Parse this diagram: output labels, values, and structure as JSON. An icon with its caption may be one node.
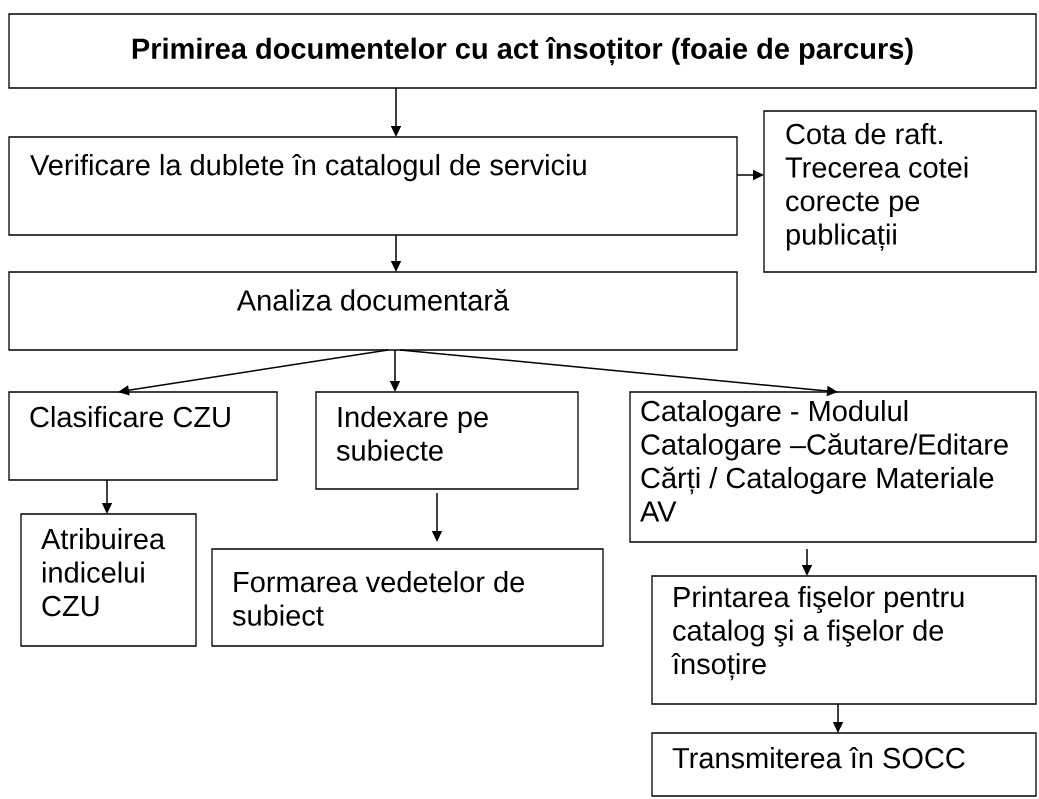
{
  "diagram": {
    "nodes": [
      {
        "text": [
          "Primirea documentelor cu act însoțitor (foaie de parcurs)"
        ]
      },
      {
        "text": [
          "Verificare la dublete în catalogul de serviciu"
        ]
      },
      {
        "text": [
          "Cota de raft. Trecerea cotei corecte pe publicații"
        ]
      },
      {
        "text": [
          "Analiza documentară"
        ]
      },
      {
        "text": [
          "Clasificare CZU"
        ]
      },
      {
        "text": [
          "Indexare pe subiecte"
        ]
      },
      {
        "text": [
          "Catalogare - Modulul Catalogare –Căutare/Editare Cărți / Catalogare Materiale AV"
        ]
      },
      {
        "text": [
          "Atribuirea indicelui CZU"
        ]
      },
      {
        "text": [
          "Formarea vedetelor de subiect"
        ]
      },
      {
        "text": [
          "Printarea fişelor pentru catalog şi a fişelor de însoțire"
        ]
      },
      {
        "text": [
          "Transmiterea în SOCC"
        ]
      }
    ],
    "edges": [
      {
        "from": 0,
        "to": 1,
        "arrow": "to"
      },
      {
        "from": 1,
        "to": 2,
        "arrow": "to"
      },
      {
        "from": 1,
        "to": 3,
        "arrow": "to"
      },
      {
        "from": 3,
        "to": 4,
        "arrow": "to"
      },
      {
        "from": 3,
        "to": 5,
        "arrow": "to"
      },
      {
        "from": 3,
        "to": 6,
        "arrow": "to"
      },
      {
        "from": 4,
        "to": 7,
        "arrow": "to"
      },
      {
        "from": 5,
        "to": 8,
        "arrow": "to"
      },
      {
        "from": 6,
        "to": 9,
        "arrow": "to"
      },
      {
        "from": 9,
        "to": 10,
        "arrow": "to"
      }
    ]
  }
}
